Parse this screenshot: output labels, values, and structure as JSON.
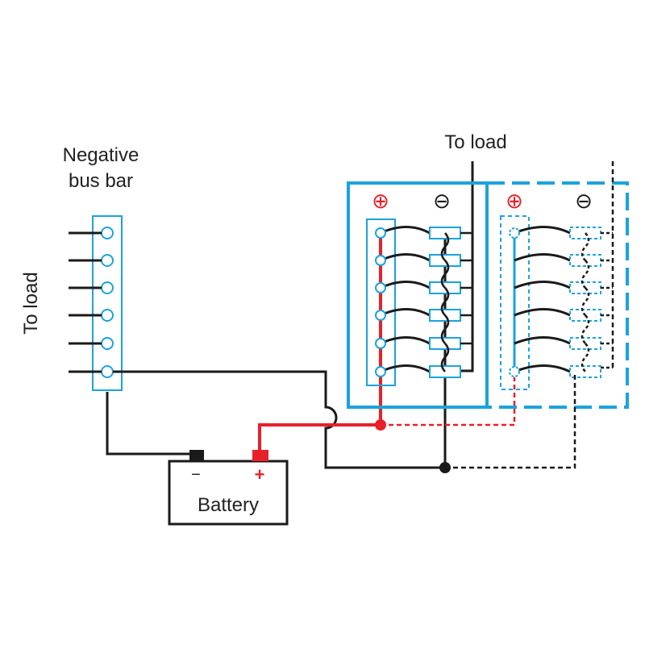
{
  "labels": {
    "negative_bus_bar_line1": "Negative",
    "negative_bus_bar_line2": "bus bar",
    "to_load_left": "To load",
    "to_load_top": "To load",
    "battery": "Battery",
    "battery_neg": "−",
    "battery_pos": "+",
    "panel1_pos_symbol": "⊕",
    "panel1_neg_symbol": "⊖",
    "panel2_pos_symbol": "⊕",
    "panel2_neg_symbol": "⊖"
  },
  "colors": {
    "panel_blue": "#1BA3DD",
    "positive_red": "#E8202A",
    "wire_black": "#1A1A1A"
  },
  "counts": {
    "bus_bar_terminals": 6,
    "breakers_per_panel": 6
  }
}
